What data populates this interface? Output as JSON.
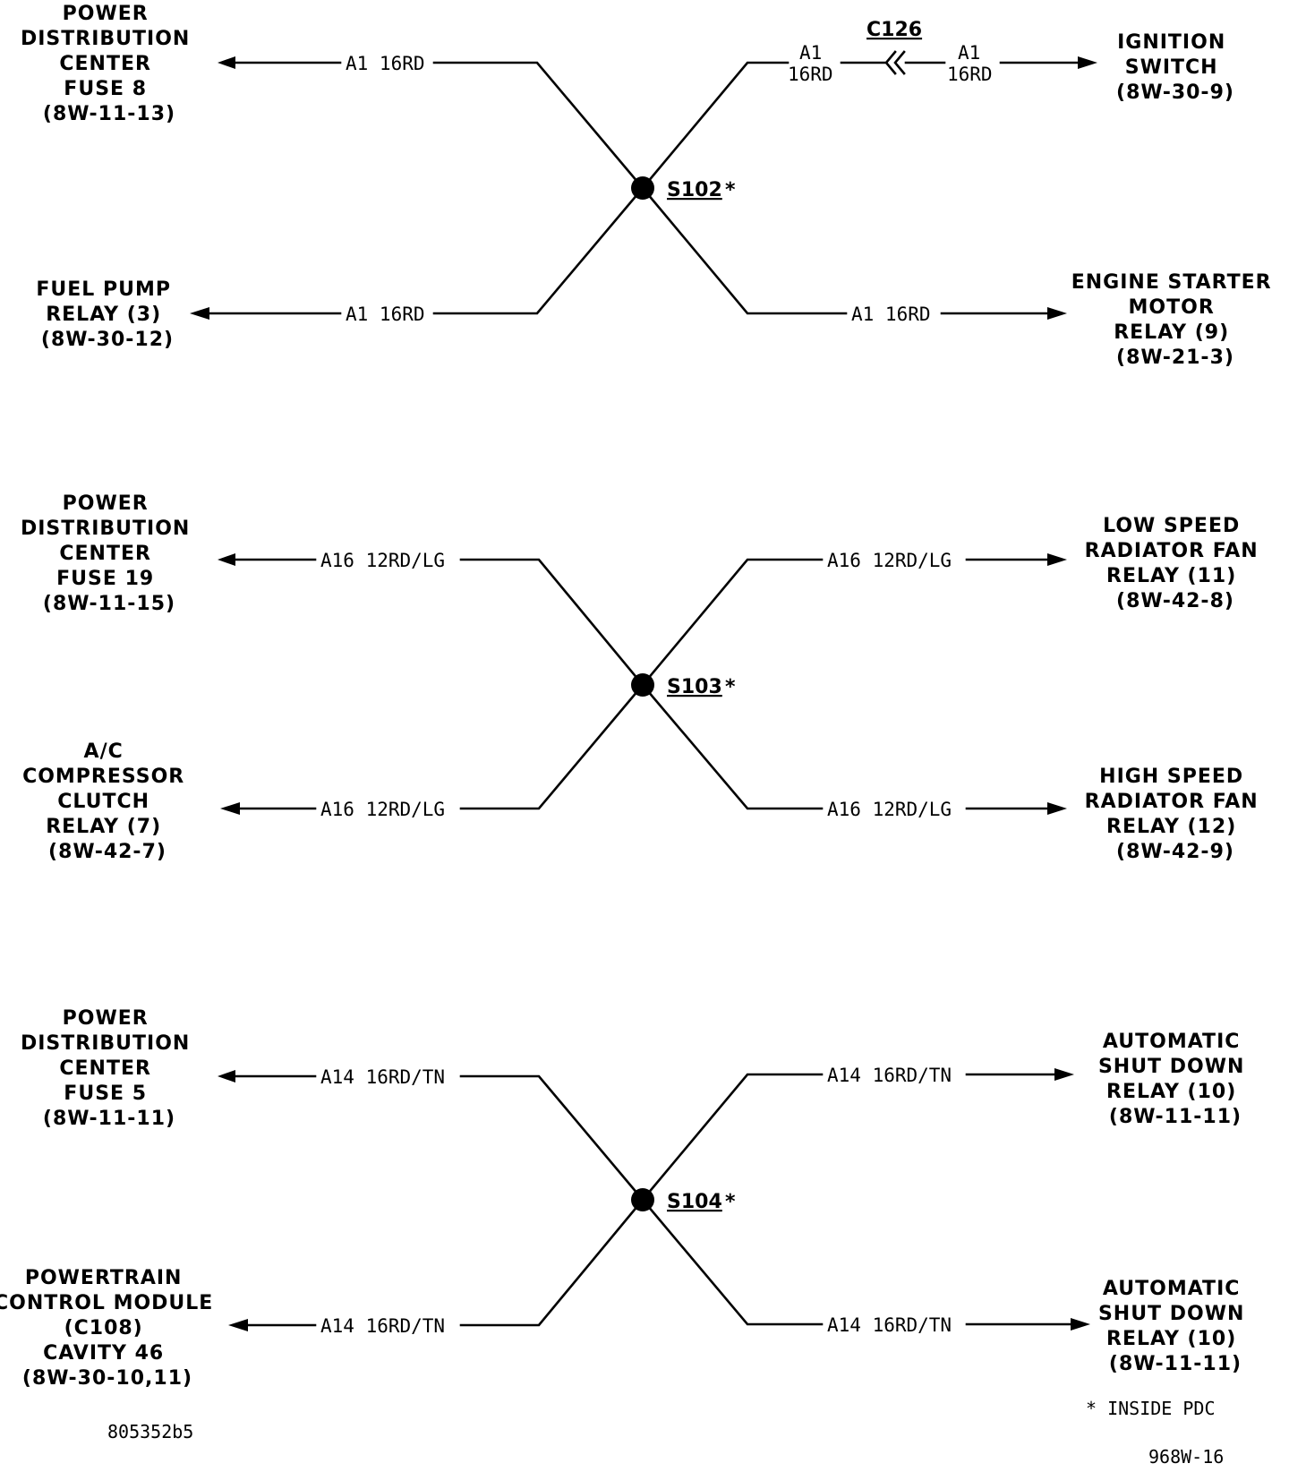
{
  "colors": {
    "ink": "#000000",
    "background": "#ffffff"
  },
  "splices": [
    {
      "id": "S102",
      "suffix": "*",
      "wires": {
        "top_left": "A1 16RD",
        "bottom_left": "A1 16RD",
        "bottom_right": "A1 16RD",
        "top_right_a": [
          "A1",
          "16RD"
        ],
        "top_right_b": [
          "A1",
          "16RD"
        ]
      },
      "connector": "C126",
      "components": {
        "top_left": [
          "POWER",
          "DISTRIBUTION",
          "CENTER",
          "FUSE 8",
          "(8W-11-13)"
        ],
        "bottom_left": [
          "FUEL PUMP",
          "RELAY (3)",
          "(8W-30-12)"
        ],
        "top_right": [
          "IGNITION",
          "SWITCH",
          "(8W-30-9)"
        ],
        "bottom_right": [
          "ENGINE STARTER",
          "MOTOR",
          "RELAY (9)",
          "(8W-21-3)"
        ]
      }
    },
    {
      "id": "S103",
      "suffix": "*",
      "wires": {
        "top_left": "A16 12RD/LG",
        "bottom_left": "A16 12RD/LG",
        "top_right": "A16 12RD/LG",
        "bottom_right": "A16 12RD/LG"
      },
      "components": {
        "top_left": [
          "POWER",
          "DISTRIBUTION",
          "CENTER",
          "FUSE 19",
          "(8W-11-15)"
        ],
        "bottom_left": [
          "A/C",
          "COMPRESSOR",
          "CLUTCH",
          "RELAY (7)",
          "(8W-42-7)"
        ],
        "top_right": [
          "LOW SPEED",
          "RADIATOR FAN",
          "RELAY (11)",
          "(8W-42-8)"
        ],
        "bottom_right": [
          "HIGH SPEED",
          "RADIATOR FAN",
          "RELAY (12)",
          "(8W-42-9)"
        ]
      }
    },
    {
      "id": "S104",
      "suffix": "*",
      "wires": {
        "top_left": "A14 16RD/TN",
        "bottom_left": "A14 16RD/TN",
        "top_right": "A14 16RD/TN",
        "bottom_right": "A14 16RD/TN"
      },
      "components": {
        "top_left": [
          "POWER",
          "DISTRIBUTION",
          "CENTER",
          "FUSE 5",
          "(8W-11-11)"
        ],
        "bottom_left": [
          "POWERTRAIN",
          "CONTROL MODULE",
          "(C108)",
          "CAVITY 46",
          "(8W-30-10,11)"
        ],
        "top_right": [
          "AUTOMATIC",
          "SHUT DOWN",
          "RELAY (10)",
          "(8W-11-11)"
        ],
        "bottom_right": [
          "AUTOMATIC",
          "SHUT DOWN",
          "RELAY (10)",
          "(8W-11-11)"
        ]
      }
    }
  ],
  "footer": {
    "note": "* INSIDE PDC",
    "image_id": "805352b5",
    "page_ref": "968W-16"
  }
}
